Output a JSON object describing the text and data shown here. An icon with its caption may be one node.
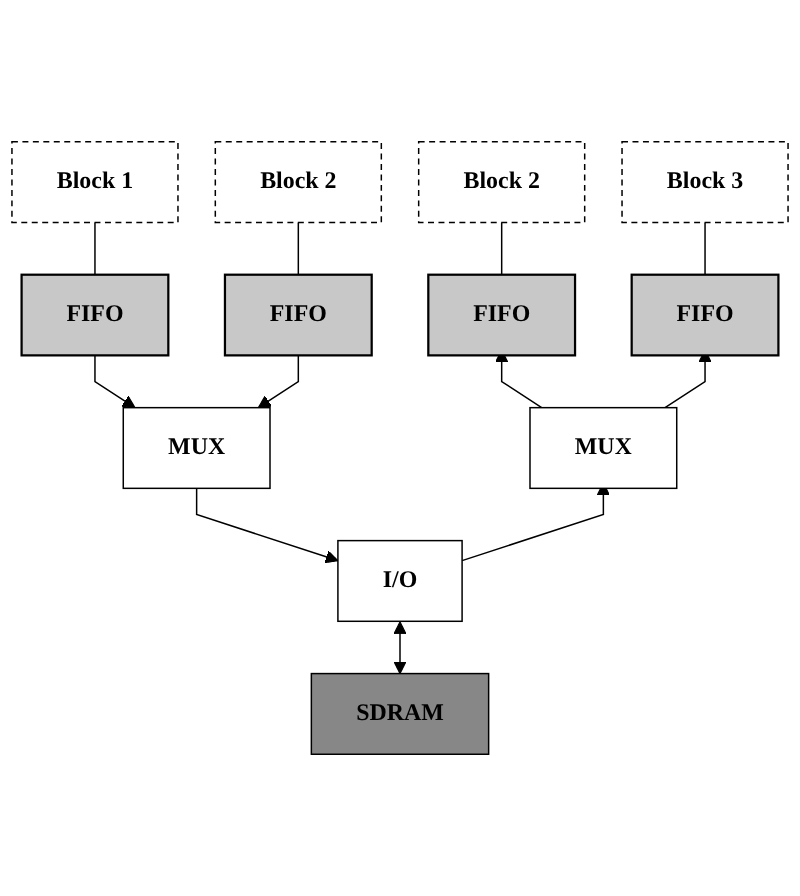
{
  "diagram": {
    "nodes": [
      {
        "text": [
          "Block 1"
        ]
      },
      {
        "text": [
          "Block 2"
        ]
      },
      {
        "text": [
          "Block 2"
        ]
      },
      {
        "text": [
          "Block 3"
        ]
      },
      {
        "text": [
          "FIFO"
        ]
      },
      {
        "text": [
          "FIFO"
        ]
      },
      {
        "text": [
          "FIFO"
        ]
      },
      {
        "text": [
          "FIFO"
        ]
      },
      {
        "text": [
          "MUX"
        ]
      },
      {
        "text": [
          "MUX"
        ]
      },
      {
        "text": [
          "I/O"
        ]
      },
      {
        "text": [
          "SDRAM"
        ]
      }
    ],
    "edges": [
      {
        "from": 0,
        "to": 4,
        "arrow": "none"
      },
      {
        "from": 1,
        "to": 5,
        "arrow": "none"
      },
      {
        "from": 2,
        "to": 6,
        "arrow": "none"
      },
      {
        "from": 3,
        "to": 7,
        "arrow": "none"
      },
      {
        "from": 4,
        "to": 8,
        "arrow": "to"
      },
      {
        "from": 5,
        "to": 8,
        "arrow": "to"
      },
      {
        "from": 9,
        "to": 6,
        "arrow": "to"
      },
      {
        "from": 9,
        "to": 7,
        "arrow": "to"
      },
      {
        "from": 8,
        "to": 10,
        "arrow": "to"
      },
      {
        "from": 10,
        "to": 9,
        "arrow": "to"
      },
      {
        "from": 10,
        "to": 11,
        "arrow": "both"
      }
    ]
  }
}
